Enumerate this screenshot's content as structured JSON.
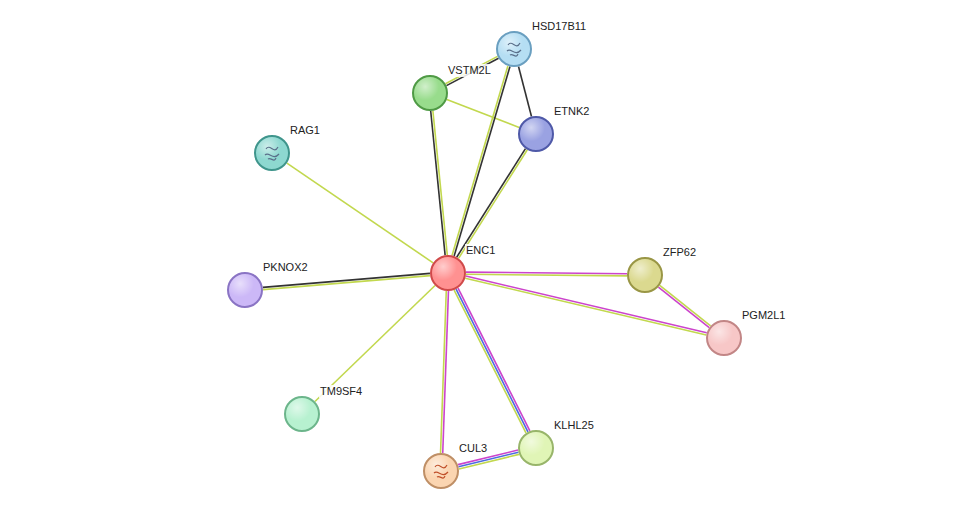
{
  "diagram": {
    "nodes": [
      {
        "text": [
          "HSD17B11"
        ]
      },
      {
        "text": [
          "VSTM2L"
        ]
      },
      {
        "text": [
          "ETNK2"
        ]
      },
      {
        "text": [
          "RAG1"
        ]
      },
      {
        "text": [
          "ENC1"
        ]
      },
      {
        "text": [
          "PKNOX2"
        ]
      },
      {
        "text": [
          "ZFP62"
        ]
      },
      {
        "text": [
          "PGM2L1"
        ]
      },
      {
        "text": [
          "TM9SF4"
        ]
      },
      {
        "text": [
          "KLHL25"
        ]
      },
      {
        "text": [
          "CUL3"
        ]
      }
    ],
    "edges": [
      {
        "from": 1,
        "to": 0,
        "arrow": "none"
      },
      {
        "from": 0,
        "to": 2,
        "arrow": "none"
      },
      {
        "from": 1,
        "to": 2,
        "arrow": "none"
      },
      {
        "from": 4,
        "to": 1,
        "arrow": "none"
      },
      {
        "from": 4,
        "to": 0,
        "arrow": "none"
      },
      {
        "from": 4,
        "to": 2,
        "arrow": "none"
      },
      {
        "from": 4,
        "to": 3,
        "arrow": "none"
      },
      {
        "from": 4,
        "to": 5,
        "arrow": "none"
      },
      {
        "from": 4,
        "to": 8,
        "arrow": "none"
      },
      {
        "from": 4,
        "to": 6,
        "arrow": "none"
      },
      {
        "from": 4,
        "to": 7,
        "arrow": "none"
      },
      {
        "from": 6,
        "to": 7,
        "arrow": "none"
      },
      {
        "from": 4,
        "to": 10,
        "arrow": "none"
      },
      {
        "from": 4,
        "to": 9,
        "arrow": "none"
      },
      {
        "from": 10,
        "to": 9,
        "arrow": "none"
      }
    ]
  }
}
